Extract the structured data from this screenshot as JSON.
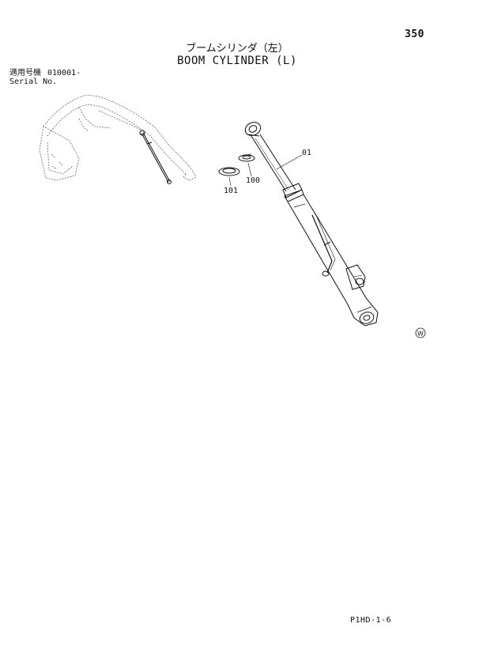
{
  "page": {
    "number": "350",
    "title_jp": "ブームシリンダ（左）",
    "title_en": "BOOM CYLINDER (L)",
    "serial_label_jp": "適用号機",
    "serial_label_en": "Serial No.",
    "serial_value": "010001-",
    "footer_code": "P1HD-1-6"
  },
  "callouts": {
    "part_01": "01",
    "part_100": "100",
    "part_101": "101",
    "w_mark": "W"
  }
}
